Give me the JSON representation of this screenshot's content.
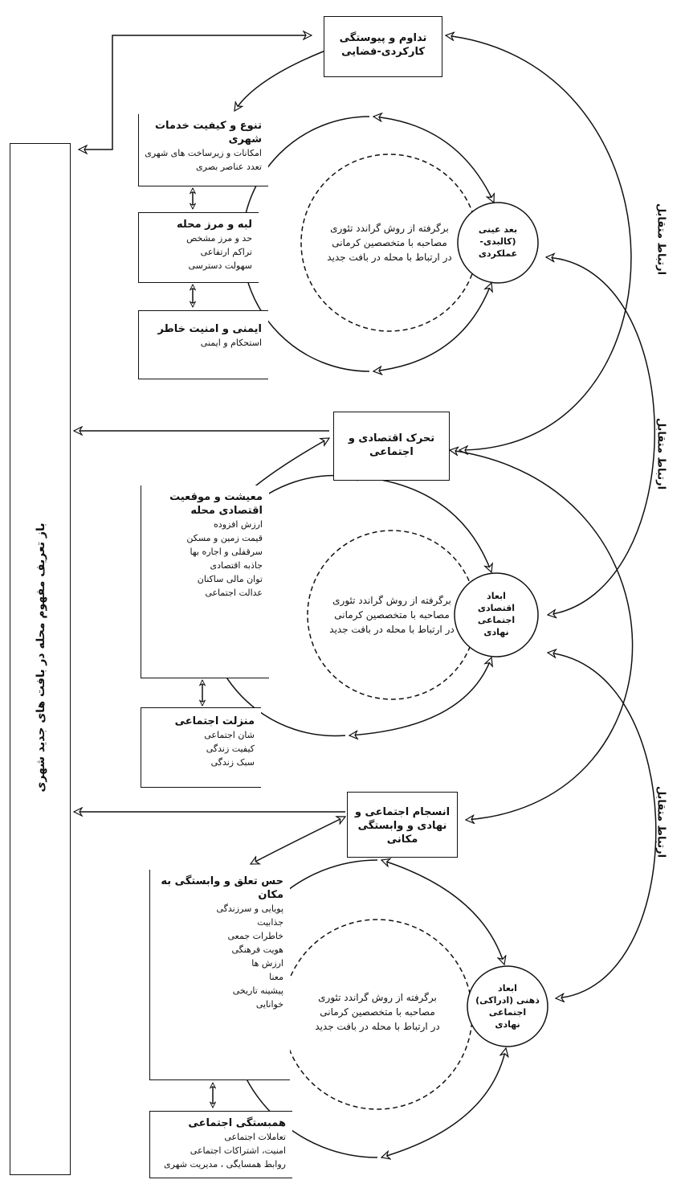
{
  "outcome": "باز تعریف مفهوم محله در بافت های جدید شهری",
  "relation_label": "ارتباط متقابل",
  "center_text": [
    "برگرفته از روش گراندد تئوری",
    "مصاحبه با متخصصین کرمانی",
    "در ارتباط با محله در بافت جدید"
  ],
  "sections": [
    {
      "concept": "تداوم و پیوستگی کارکردی-فضایی",
      "dimension": [
        "بعد عینی",
        "(کالبدی-",
        "عملکردی"
      ],
      "categories": [
        {
          "title": "تنوع و کیفیت خدمات شهری",
          "items": [
            "امکانات و زیرساخت های شهری",
            "تعدد عناصر بصری"
          ]
        },
        {
          "title": "لبه و مرز محله",
          "items": [
            "حد و مرز مشخص",
            "تراکم ارتفاعی",
            "سهولت دسترسی"
          ]
        },
        {
          "title": "ایمنی و امنیت خاطر",
          "items": [
            "استحکام و ایمنی"
          ]
        }
      ]
    },
    {
      "concept": "تحرک اقتصادی و اجتماعی",
      "dimension": [
        "ابعاد",
        "اقتصادی",
        "اجتماعی",
        "نهادی"
      ],
      "categories": [
        {
          "title": "معیشت و موقعیت اقتصادی محله",
          "items": [
            "ارزش افزوده",
            "قیمت زمین و مسکن",
            "سرقفلی و اجاره بها",
            "جاذبه اقتصادی",
            "توان مالی ساکنان",
            "عدالت اجتماعی"
          ]
        },
        {
          "title": "منزلت اجتماعی",
          "items": [
            "شان اجتماعی",
            "کیفیت زندگی",
            "سبک زندگی"
          ]
        }
      ]
    },
    {
      "concept": "انسجام اجتماعی و نهادی و وابستگی مکانی",
      "dimension": [
        "ابعاد",
        "ذهنی (ادراکی)",
        "اجتماعی",
        "نهادی"
      ],
      "categories": [
        {
          "title": "حس تعلق و وابستگی به مکان",
          "items": [
            "پویایی و سرزندگی",
            "جذابیت",
            "خاطرات جمعی",
            "هویت فرهنگی",
            "ارزش ها",
            "معنا",
            "پیشینه تاریخی",
            "خوانایی"
          ]
        },
        {
          "title": "همبستگی اجتماعی",
          "items": [
            "تعاملات اجتماعی",
            "امنیت، اشتراکات اجتماعی",
            "روابط همسایگی ، مدیریت شهری"
          ]
        }
      ]
    }
  ]
}
